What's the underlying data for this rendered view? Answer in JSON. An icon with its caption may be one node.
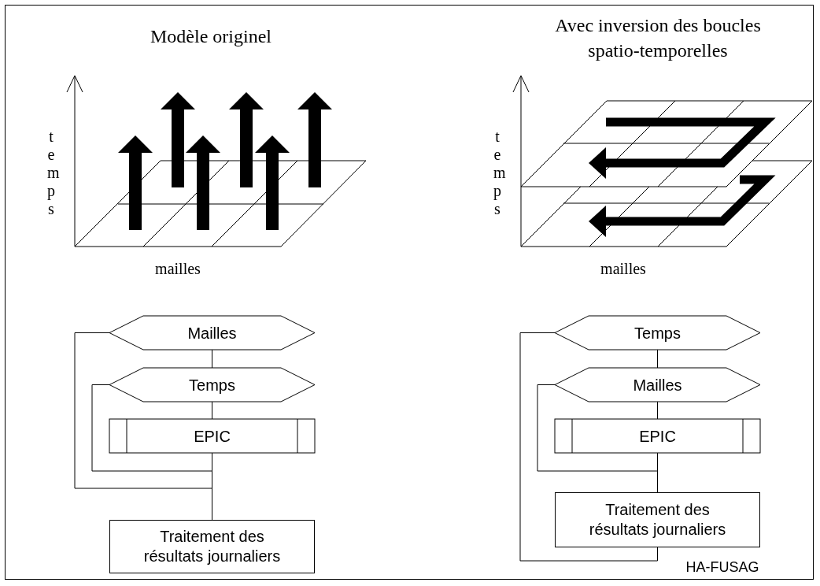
{
  "diagram": {
    "nodes": [
      {
        "text": [
          "Mailles"
        ]
      },
      {
        "text": [
          "Temps"
        ]
      },
      {
        "text": [
          "EPIC"
        ]
      },
      {
        "text": [
          "Traitement des résultats journaliers"
        ]
      },
      {
        "text": [
          "Temps"
        ]
      },
      {
        "text": [
          "Mailles"
        ]
      },
      {
        "text": [
          "EPIC"
        ]
      },
      {
        "text": [
          "Traitement des résultats journaliers"
        ]
      }
    ],
    "edges": [
      {
        "from": 0,
        "to": 1,
        "arrow": "none"
      },
      {
        "from": 1,
        "to": 2,
        "arrow": "none"
      },
      {
        "from": 2,
        "to": 1,
        "arrow": "none"
      },
      {
        "from": 2,
        "to": 0,
        "arrow": "none"
      },
      {
        "from": 2,
        "to": 3,
        "arrow": "none"
      },
      {
        "from": 4,
        "to": 5,
        "arrow": "none"
      },
      {
        "from": 5,
        "to": 6,
        "arrow": "none"
      },
      {
        "from": 6,
        "to": 5,
        "arrow": "none"
      },
      {
        "from": 6,
        "to": 7,
        "arrow": "none"
      },
      {
        "from": 7,
        "to": 4,
        "arrow": "none"
      }
    ],
    "labels": [
      "Modèle originel",
      "Avec inversion des boucles spatio-temporelles",
      "temps",
      "temps",
      "mailles",
      "mailles",
      "HA-FUSAG"
    ]
  }
}
